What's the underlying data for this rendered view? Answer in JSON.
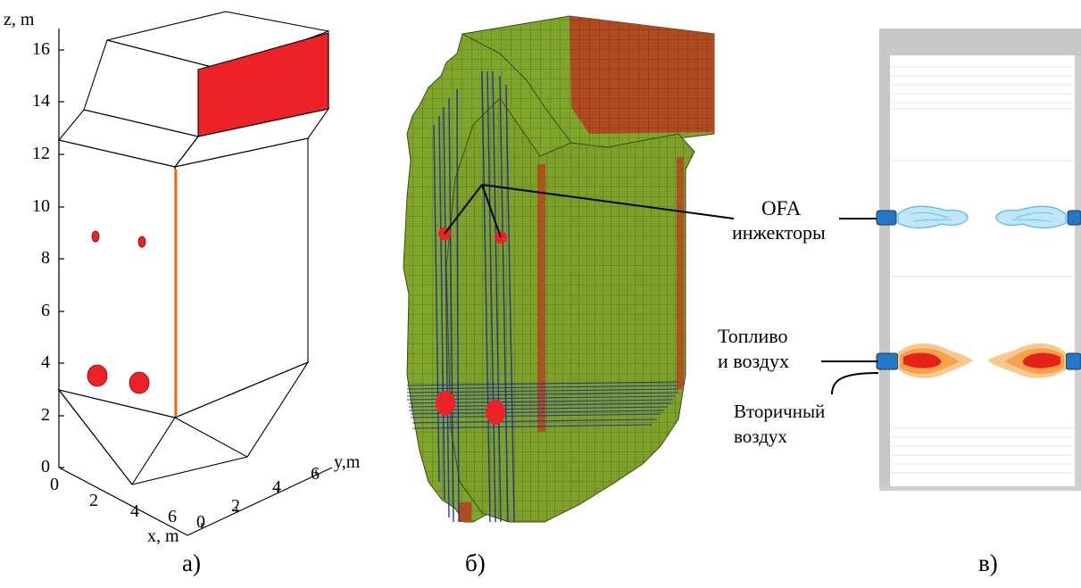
{
  "panel_a": {
    "letter": "а)",
    "z_axis_label": "z, m",
    "z_ticks": [
      "16",
      "14",
      "12",
      "10",
      "8",
      "6",
      "4",
      "2",
      "0"
    ],
    "x_axis_label": "x, m",
    "x_ticks": [
      "0",
      "2",
      "4",
      "6"
    ],
    "y_axis_label": "y,m",
    "y_ticks": [
      "0",
      "2",
      "4",
      "6"
    ]
  },
  "panel_b": {
    "letter": "б)"
  },
  "panel_c": {
    "letter": "в)",
    "ofa_line1": "OFA",
    "ofa_line2": "инжекторы",
    "fuel_line1": "Топливо",
    "fuel_line2": "и воздух",
    "secondary_line1": "Вторичный",
    "secondary_line2": "воздух"
  },
  "colors": {
    "outlet_red": "#ec2227",
    "mesh_green": "#7fa62a",
    "mesh_blue": "#1e2fa0",
    "wall_brown": "#b54f22",
    "wall_grey": "#cfcfcf",
    "ofa_blue": "#8fd3ef",
    "flame_orange": "#f6a14e"
  }
}
